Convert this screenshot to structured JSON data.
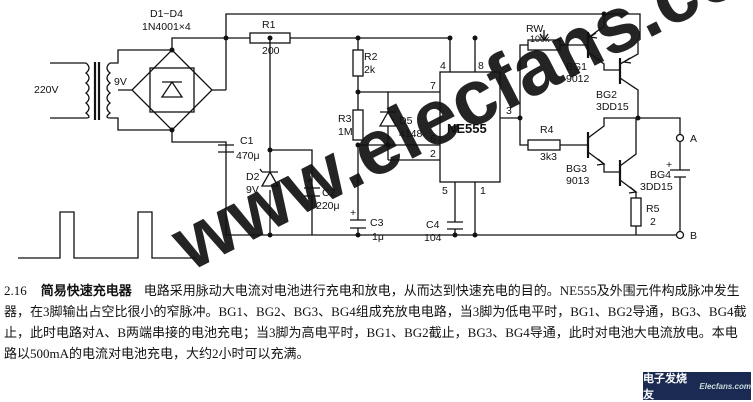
{
  "labels": {
    "diodes": "D1~D4",
    "diode_type": "1N4001×4",
    "mains": "220V",
    "secondary": "9V",
    "r1": "R1",
    "r1_val": "200",
    "r2": "R2",
    "r2_val": "2k",
    "r3": "R3",
    "r3_val": "1M",
    "d5": "D5",
    "d5_val": "4148",
    "ic": "NE555",
    "pin4": "4",
    "pin8": "8",
    "pin7": "7",
    "pin6": "6",
    "pin2": "2",
    "pin5": "5",
    "pin1": "1",
    "pin3": "3",
    "c1": "C1",
    "c1_val": "470μ",
    "d2": "D2",
    "d2_val": "9V",
    "c2": "C2",
    "c2_val": "220μ",
    "c3": "C3",
    "c3_val": "1μ",
    "c4": "C4",
    "c4_val": "104",
    "rw": "RW",
    "rw_val": "100k",
    "bg1": "BG1",
    "bg1_val": "9012",
    "bg2": "BG2",
    "bg2_val": "3DD15",
    "r4": "R4",
    "r4_val": "3k3",
    "bg3": "BG3",
    "bg3_val": "9013",
    "bg4": "BG4",
    "bg4_val": "3DD15",
    "r5": "R5",
    "r5_val": "2",
    "term_a": "A",
    "term_b": "B",
    "plus": "+"
  },
  "watermark": "www.elecfans.com",
  "caption": {
    "number": "2.16",
    "title": "简易快速充电器",
    "body": "电路采用脉动大电流对电池进行充电和放电，从而达到快速充电的目的。NE555及外围元件构成脉冲发生器，在3脚输出占空比很小的窄脉冲。BG1、BG2、BG3、BG4组成充放电电路，当3脚为低电平时，BG1、BG2导通，BG3、BG4截止，此时电路对A、B两端串接的电池充电；当3脚为高电平时，BG1、BG2截止，BG3、BG4导通，此时对电池大电流放电。本电路以500mA的电流对电池充电，大约2小时可以充满。"
  },
  "logo": {
    "cn": "电子发烧友",
    "en": "Elecfans.com"
  },
  "colors": {
    "watermark": "#e8222a",
    "logo_bg": "#1a2a52"
  }
}
